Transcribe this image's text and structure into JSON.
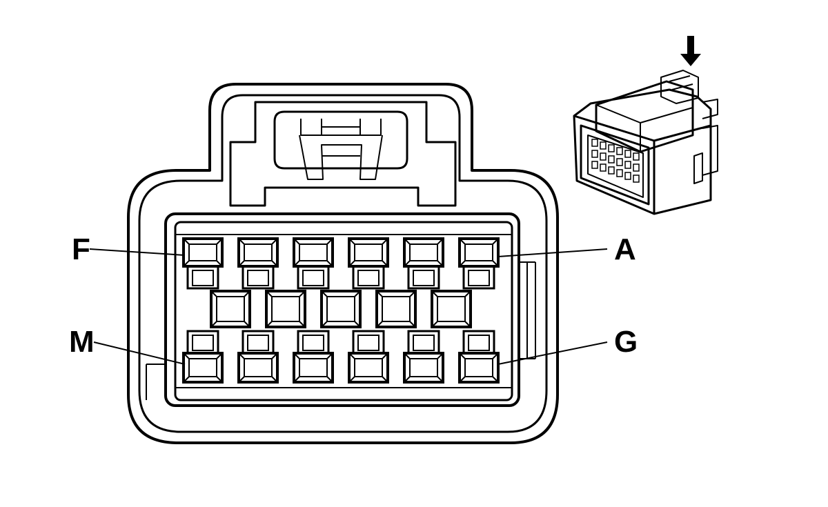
{
  "diagram": {
    "labels": {
      "top_left": "F",
      "top_right": "A",
      "bottom_left": "M",
      "bottom_right": "G"
    },
    "rows": [
      {
        "name": "top",
        "count": 6
      },
      {
        "name": "middle",
        "count": 5
      },
      {
        "name": "bottom",
        "count": 6
      }
    ],
    "line_color": "#000000",
    "background": "#ffffff"
  }
}
